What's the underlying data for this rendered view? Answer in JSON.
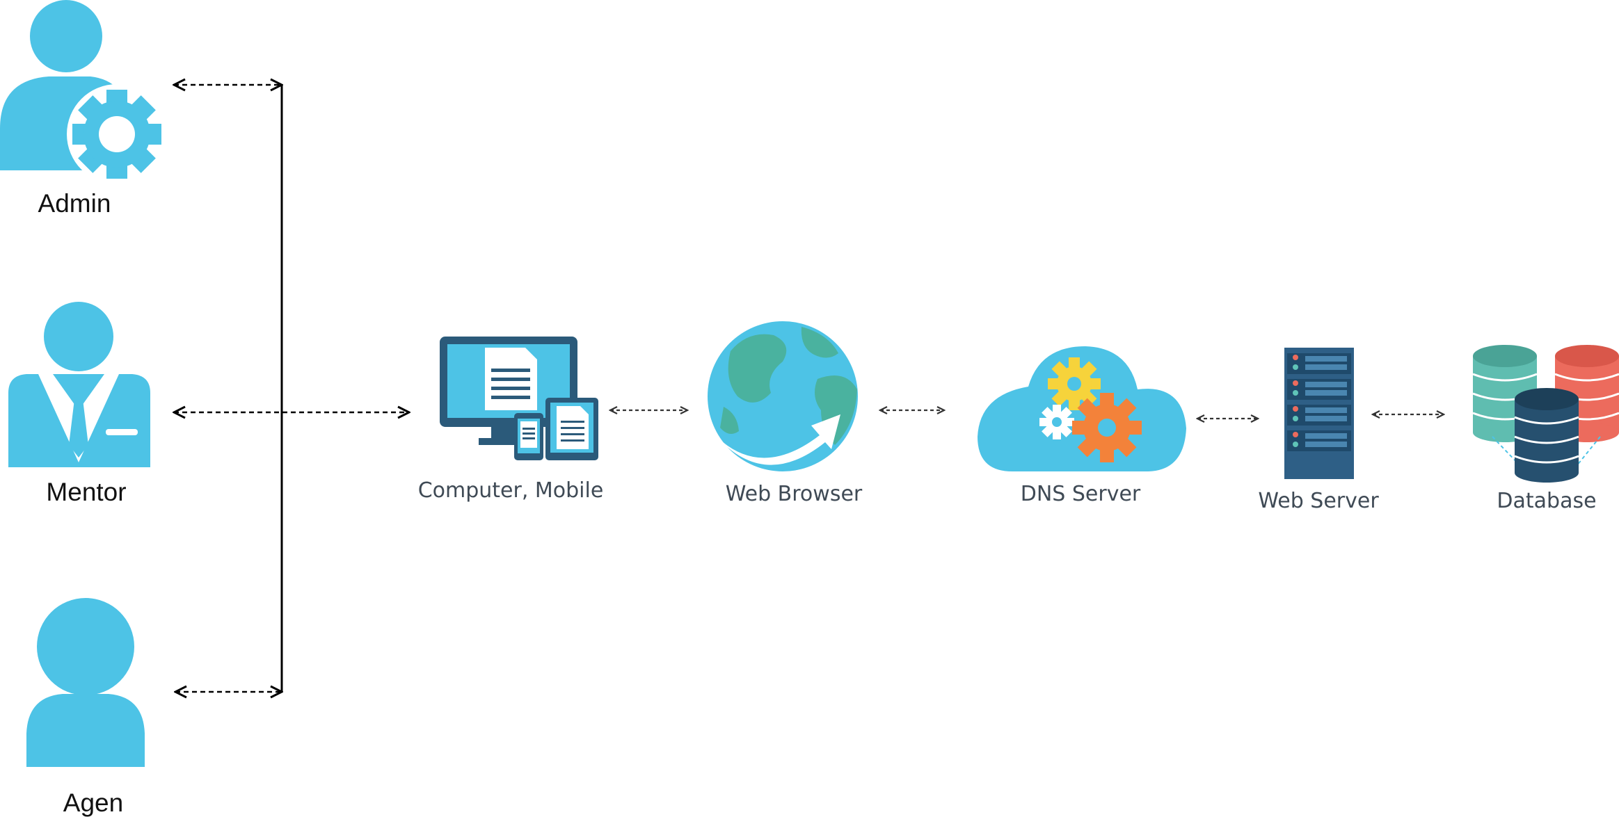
{
  "actors": {
    "admin": {
      "label": "Admin",
      "icon": "admin-gear-user-icon"
    },
    "mentor": {
      "label": "Mentor",
      "icon": "business-user-icon"
    },
    "agen": {
      "label": "Agen",
      "icon": "user-icon"
    }
  },
  "nodes": {
    "client": {
      "label": "Computer, Mobile",
      "icon": "devices-icon"
    },
    "browser": {
      "label": "Web Browser",
      "icon": "globe-arrow-icon"
    },
    "dns": {
      "label": "DNS Server",
      "icon": "cloud-gears-icon"
    },
    "webserver": {
      "label": "Web Server",
      "icon": "server-rack-icon"
    },
    "database": {
      "label": "Database",
      "icon": "database-stack-icon"
    }
  },
  "colors": {
    "user_blue": "#4dc3e6",
    "connector_solid": "#000000",
    "connector_dotted": "#333333",
    "monitor_dark": "#2b5a7a",
    "globe_ocean": "#4dc3e6",
    "globe_land": "#4ab29f",
    "gear_yellow": "#f6d33b",
    "gear_orange": "#f3823a",
    "server_navy": "#2e5f86",
    "db_teal": "#5fbdb0",
    "db_red": "#ec6b5d",
    "db_navy": "#26506f"
  }
}
